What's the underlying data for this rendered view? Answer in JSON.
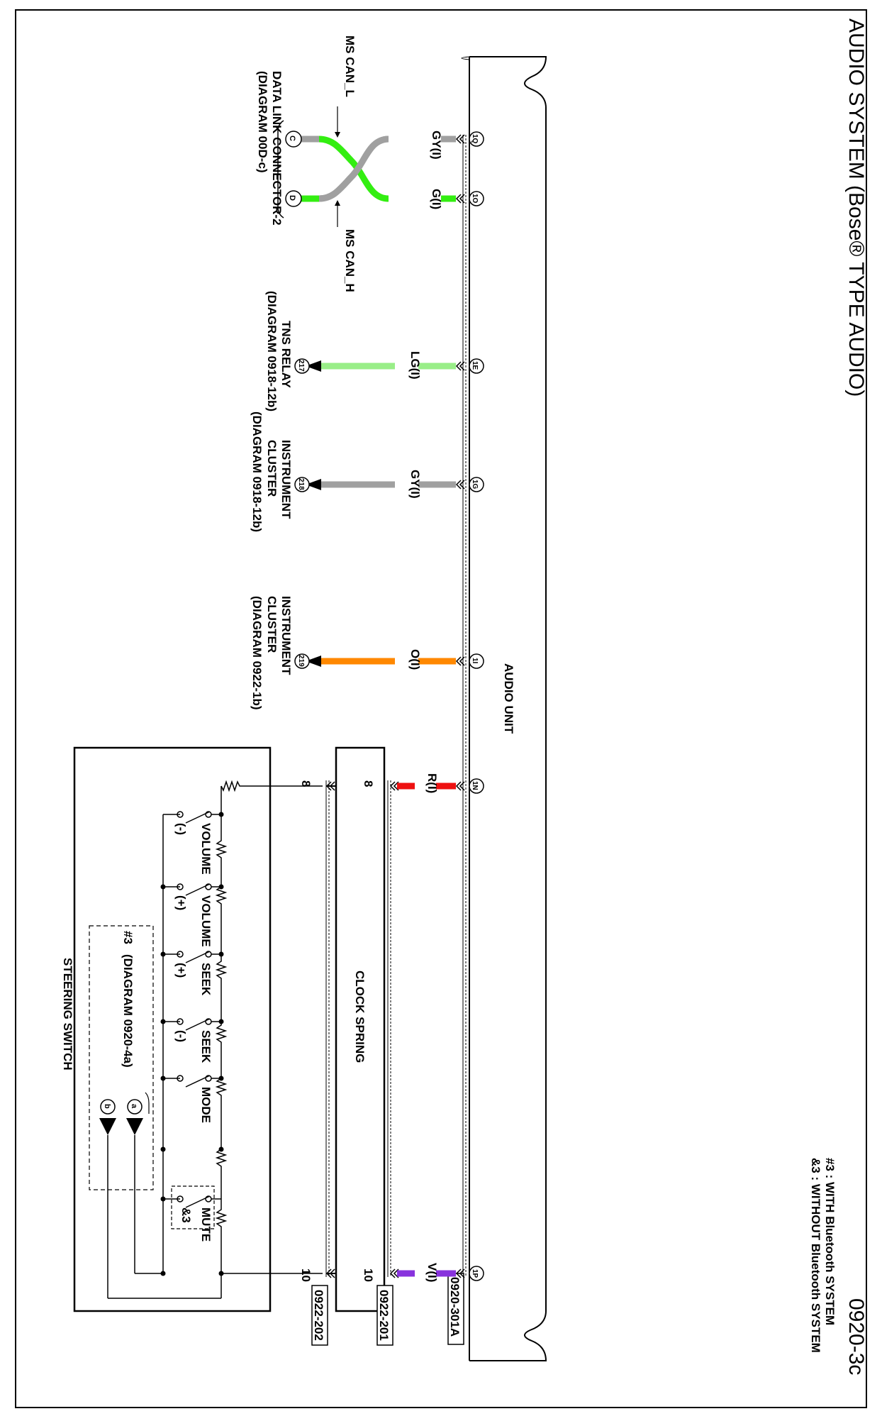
{
  "header": {
    "title": "AUDIO SYSTEM (Bose® TYPE AUDIO)",
    "page_number": "0920-3c",
    "legend": [
      "#3 : WITH Bluetooth SYSTEM",
      "&3 : WITHOUT Bluetooth SYSTEM"
    ]
  },
  "audio_unit": {
    "label": "AUDIO UNIT",
    "connector": "0920-301A",
    "pins": {
      "p1q": "1Q",
      "p1o": "1O",
      "p1e": "1E",
      "p1g": "1G",
      "p1i": "1I",
      "p1n": "1N",
      "p1p": "1P"
    }
  },
  "wires": {
    "w1q": "GY(I)",
    "w1o": "G(I)",
    "w1e": "LG(I)",
    "w1g": "GY(I)",
    "w1i": "O(I)",
    "w1n": "R(I)",
    "w1p": "V(I)"
  },
  "colors": {
    "gray": "#a0a0a0",
    "green": "#33ee11",
    "light_green": "#99ee88",
    "orange": "#ff8800",
    "red": "#ee1111",
    "violet": "#8833dd"
  },
  "dlc": {
    "can_l": "MS CAN_L",
    "can_h": "MS CAN_H",
    "pin_c": "C",
    "pin_d": "D",
    "name": "DATA LINK CONNECTOR-2",
    "ref": "(DIAGRAM 00D-c)"
  },
  "refs": {
    "r217": "217",
    "r218": "218",
    "r219": "219",
    "tns_line1": "TNS RELAY",
    "tns_line2": "(DIAGRAM 0918-12b)",
    "ic1_line1": "INSTRUMENT",
    "ic1_line2": "CLUSTER",
    "ic1_line3": "(DIAGRAM 0918-12b)",
    "ic2_line1": "INSTRUMENT",
    "ic2_line2": "CLUSTER",
    "ic2_line3": "(DIAGRAM 0922-1b)"
  },
  "clock_spring": {
    "label": "CLOCK SPRING",
    "connector_a": "0922-201",
    "connector_b": "0922-202",
    "pin_8": "8",
    "pin_10": "10"
  },
  "steering_switch": {
    "label": "STEERING SWITCH",
    "pin_8": "8",
    "pin_10": "10",
    "switches": {
      "vol_minus": {
        "name": "VOLUME",
        "sign": "(-)"
      },
      "vol_plus": {
        "name": "VOLUME",
        "sign": "(+)"
      },
      "seek_plus": {
        "name": "SEEK",
        "sign": "(+)"
      },
      "seek_minus": {
        "name": "SEEK",
        "sign": "(-)"
      },
      "mode": {
        "name": "MODE"
      },
      "mute": {
        "name": "MUTE",
        "note": "&3"
      }
    },
    "bt_note": "#3",
    "bt_ref": "(DIAGRAM 0920-4a)",
    "term_a": "a",
    "term_b": "b"
  }
}
